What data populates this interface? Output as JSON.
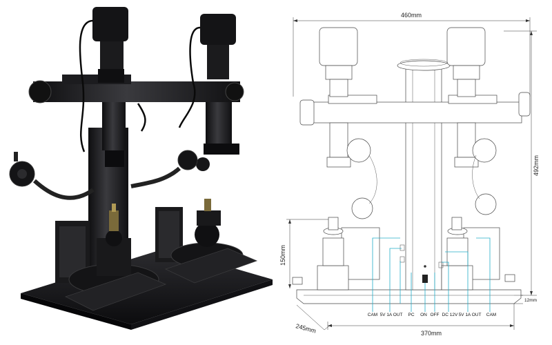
{
  "dimensions": {
    "width_top": "460mm",
    "height": "492mm",
    "height_stage": "150mm",
    "depth": "245mm",
    "width_base": "370mm",
    "base_thickness": "12mm"
  },
  "port_labels": [
    "CAM",
    "5V 1A OUT",
    "PC",
    "ON",
    "OFF",
    "DC 12V",
    "5V 1A OUT",
    "CAM"
  ],
  "colors": {
    "background": "#ffffff",
    "instrument_black": "#1a1a1c",
    "drawing_line": "#444444",
    "wiring_accent": "#22aec9"
  },
  "icons": [
    "power-switch-icon"
  ]
}
